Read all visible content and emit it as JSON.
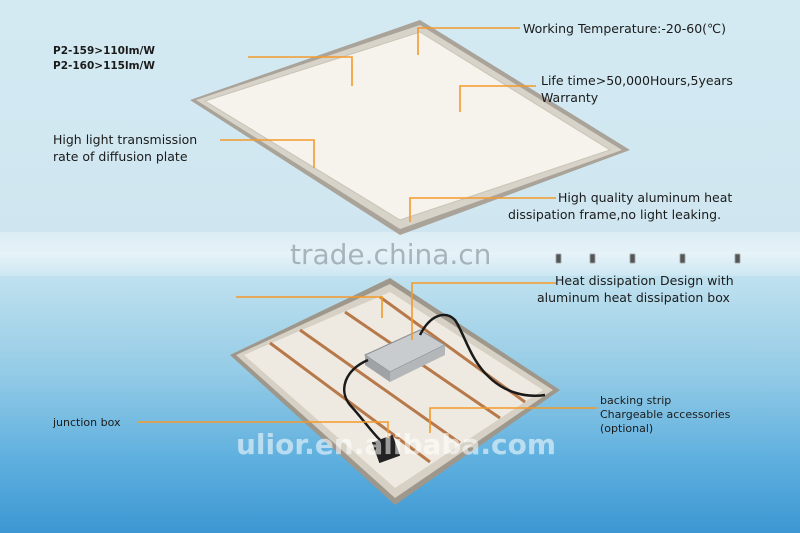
{
  "labels": {
    "efficiency_1": "P2-159>110lm/W",
    "efficiency_2": "P2-160>115lm/W",
    "working_temp": "Working Temperature:-20-60(℃)",
    "life_time_1": "Life time>50,000Hours,5years",
    "life_time_2": "Warranty",
    "transmission_1": "High light transmission",
    "transmission_2": "rate of diffusion plate",
    "frame_1": "High quality aluminum heat",
    "frame_2": "dissipation frame,no light leaking.",
    "heat_box_1": "Heat dissipation Design with",
    "heat_box_2": "aluminum heat dissipation box",
    "backing_1": "backing strip",
    "backing_2": "Chargeable accessories",
    "backing_3": "(optional)",
    "junction": "junction box"
  },
  "watermarks": {
    "top": "trade.china.cn",
    "bottom": "ulior.en.alibaba.com"
  },
  "colors": {
    "leader_line": "#f39a2a",
    "panel_frame": "#b9b2a8",
    "panel_face": "#f4f2ea"
  }
}
